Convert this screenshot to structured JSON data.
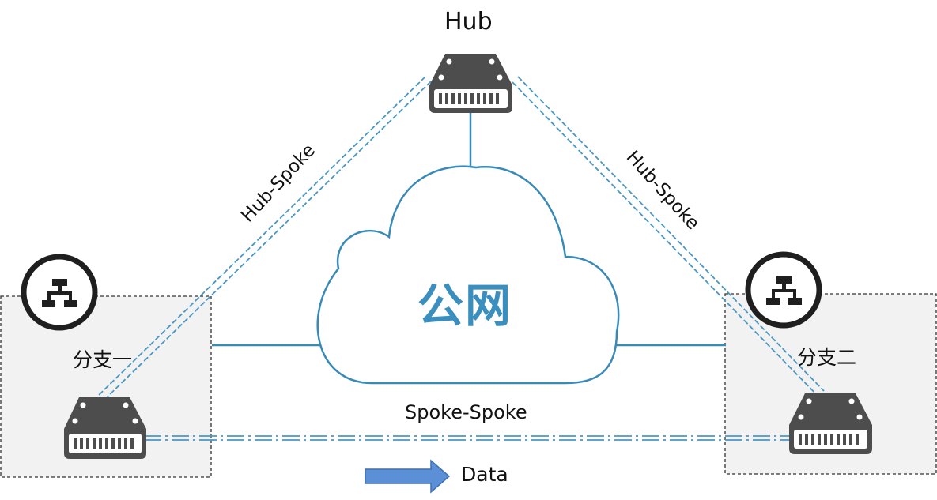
{
  "diagram": {
    "hub": {
      "label": "Hub"
    },
    "cloud": {
      "label": "公网"
    },
    "branches": [
      {
        "label": "分支一"
      },
      {
        "label": "分支二"
      }
    ],
    "links": {
      "hub_spoke_left": "Hub-Spoke",
      "hub_spoke_right": "Hub-Spoke",
      "spoke_spoke": "Spoke-Spoke"
    },
    "legend": {
      "data_label": "Data",
      "arrow_color": "#5b8fd6"
    },
    "colors": {
      "line": "#3a8ab8",
      "tunnel": "#4a97c4",
      "device": "#4d4d4d",
      "branch_fill": "#f2f2f2",
      "cloud_text": "#3a8fbf"
    }
  }
}
